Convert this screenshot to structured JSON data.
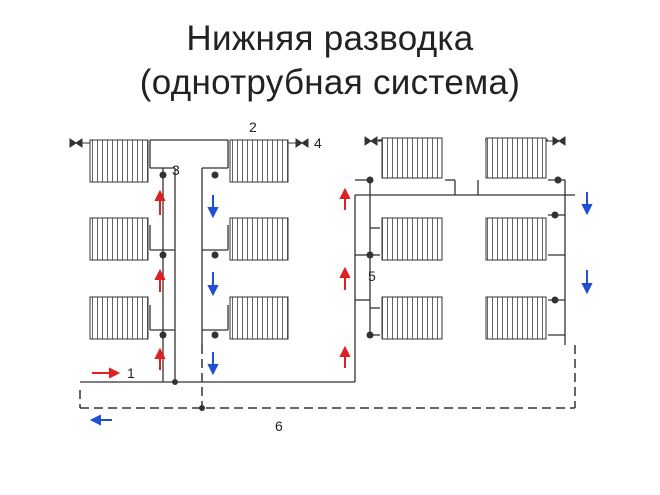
{
  "title": {
    "line1": "Нижняя разводка",
    "line2": "(однотрубная система)"
  },
  "labels": {
    "n1": "1",
    "n2": "2",
    "n3": "3",
    "n4": "4",
    "n5": "5",
    "n6": "6"
  },
  "colors": {
    "supply_arrow": "#e02020",
    "return_arrow": "#2050d0",
    "line": "#333333"
  }
}
